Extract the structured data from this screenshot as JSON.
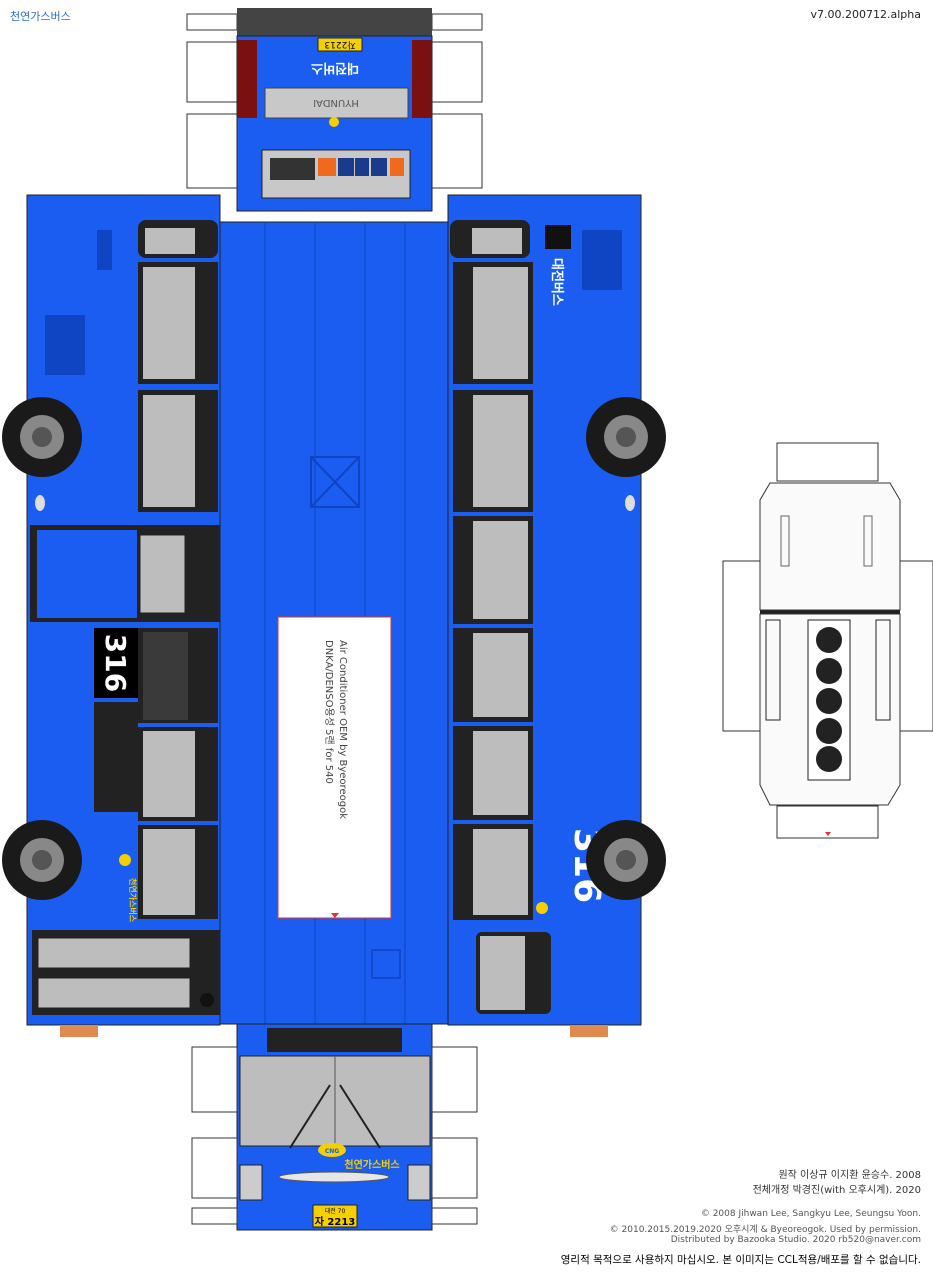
{
  "header": {
    "title": "천연가스버스",
    "version": "v7.00.200712.alpha"
  },
  "bus": {
    "route_number": "316",
    "company_korean": "대전버스",
    "cng_badge": "CNG",
    "cng_brand": "천연가스버스",
    "plate_region": "대전 70",
    "plate_number": "자2213",
    "plate_front_small": "대전 70",
    "plate_front_large": "자 2213",
    "ac_label_line1": "Air Conditioner OEM by Byeoreogok",
    "ac_label_line2": "DNKA/DENSO용성 5랜 for 540",
    "rear_logo": "HYUNDAI",
    "colors": {
      "body": "#1a5df0",
      "body_dark": "#0f45c2",
      "window": "#bdbdbd",
      "frame": "#222222",
      "tire": "#1a1a1a",
      "plate": "#f4d000"
    }
  },
  "credits": {
    "line1": "원작 이상규 이지환 윤승수. 2008",
    "line2": "전체개정 박경진(with 오후시계). 2020",
    "line3": "© 2008 Jihwan Lee, Sangkyu Lee, Seungsu Yoon.",
    "line4": "© 2010.2015.2019.2020 오후시계 & Byeoreogok. Used by permission.",
    "line5": "Distributed by Bazooka Studio. 2020  rb520@naver.com",
    "line6": "영리적 목적으로 사용하지 마십시오.   본 이미지는 CCL적용/배포를 할 수 없습니다."
  }
}
